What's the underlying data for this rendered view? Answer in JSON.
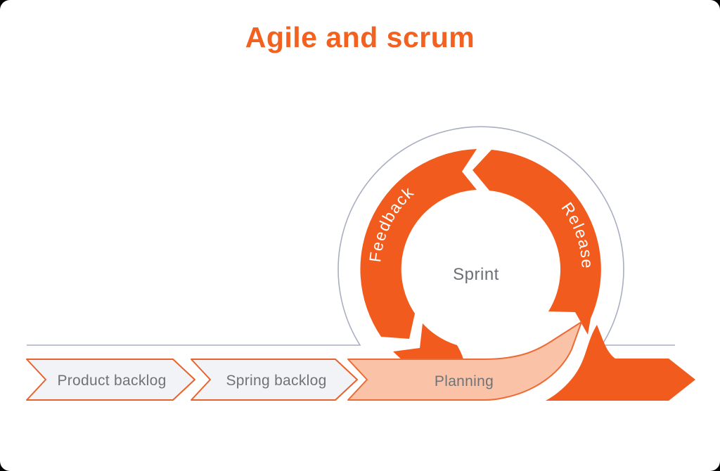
{
  "title": "Agile and scrum",
  "colors": {
    "orange": "#F25B1E",
    "peach_fill": "#FAC3A8",
    "peach_stroke": "#EE6A34",
    "chevron_fill": "#F2F3F7",
    "chevron_stroke": "#E8622C",
    "text_gray": "#6F7378",
    "line_gray": "#A9AFC1",
    "title_orange": "#F2611F"
  },
  "loop": {
    "center_label": "Sprint",
    "segments": [
      {
        "label": "Feedback"
      },
      {
        "label": "Release"
      }
    ]
  },
  "flow": {
    "steps": [
      {
        "label": "Product backlog"
      },
      {
        "label": "Spring backlog"
      },
      {
        "label": "Planning"
      }
    ]
  }
}
